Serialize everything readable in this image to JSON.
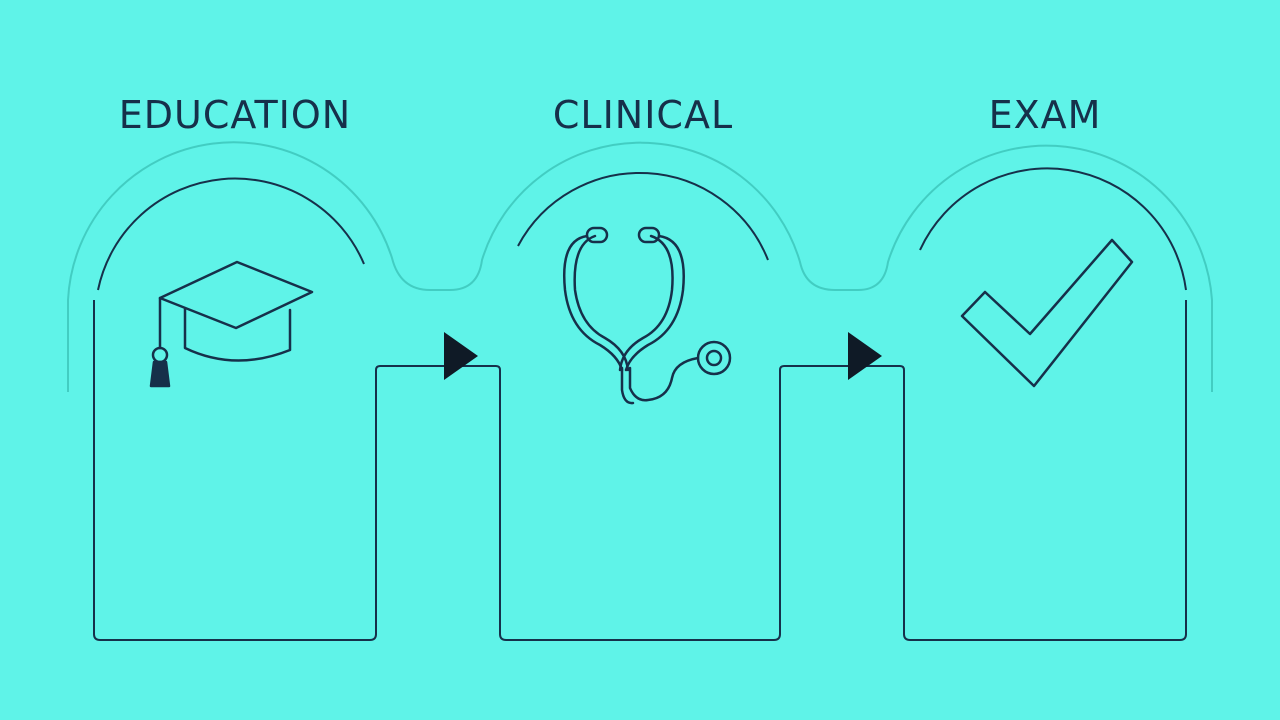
{
  "steps": [
    {
      "label": "EDUCATION",
      "icon": "graduation-cap-icon"
    },
    {
      "label": "CLINICAL",
      "icon": "stethoscope-icon"
    },
    {
      "label": "EXAM",
      "icon": "checkmark-icon"
    }
  ],
  "connectors": [
    "arrow-right-icon",
    "arrow-right-icon"
  ],
  "colors": {
    "background": "#5ff3e8",
    "line": "#16304a",
    "outer_arch": "#3fc9be",
    "text": "#16304a"
  }
}
